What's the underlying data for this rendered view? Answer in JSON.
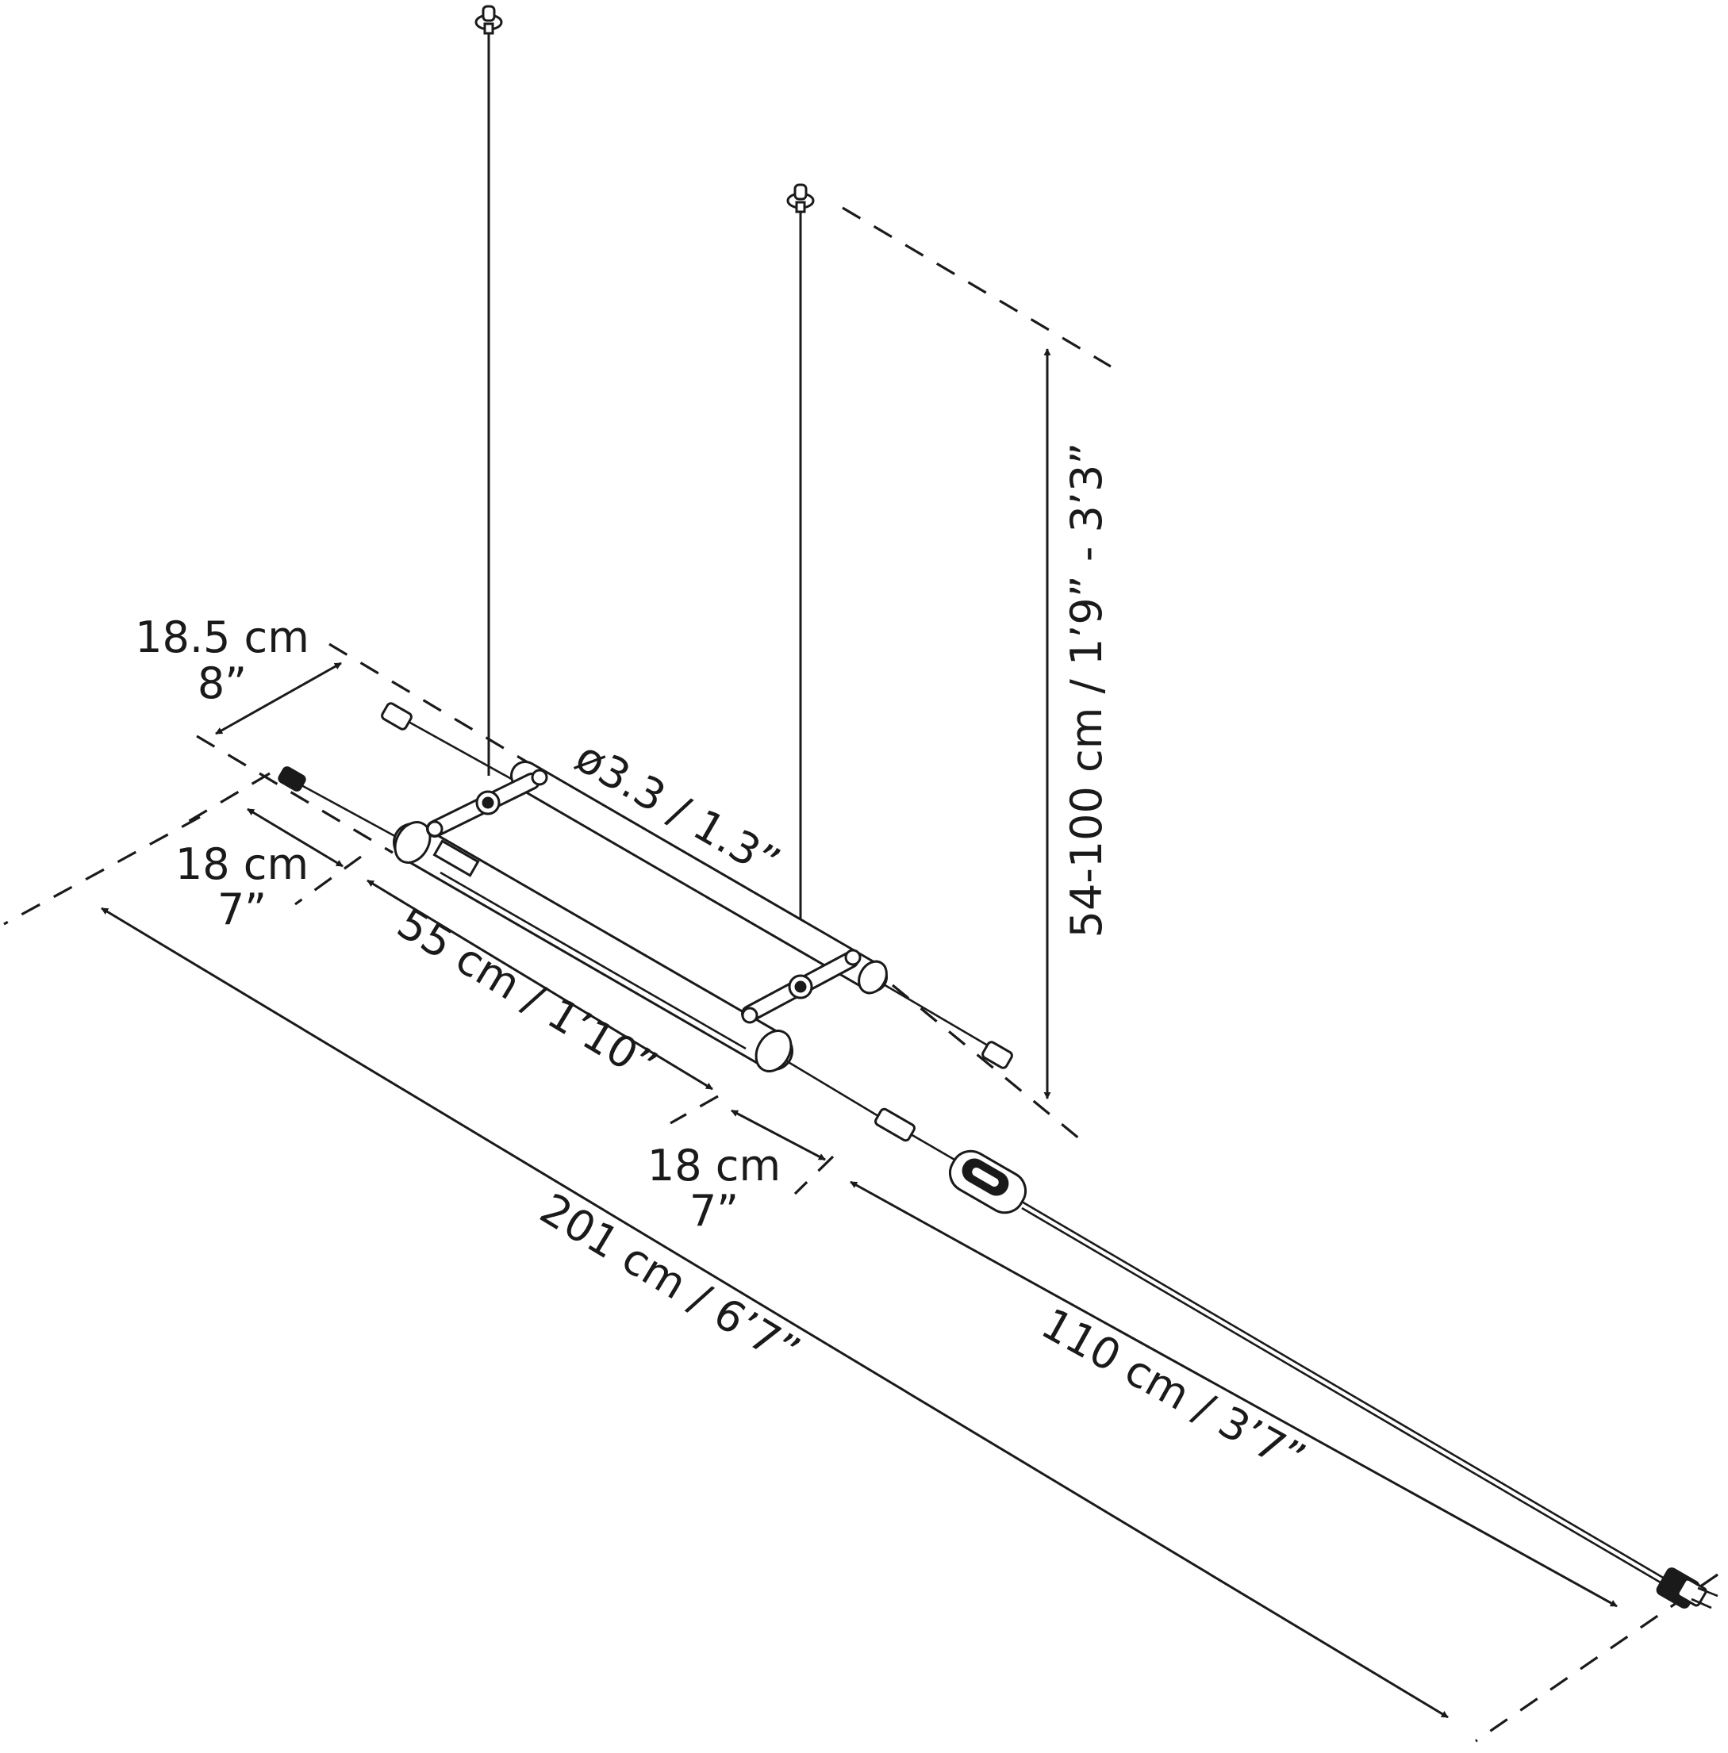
{
  "dimensions": {
    "tube_spacing": {
      "metric": "18.5 cm",
      "imperial": "8”"
    },
    "cable_left": {
      "metric": "18 cm",
      "imperial": "7”"
    },
    "tube_length": "55 cm / 1’10”",
    "cable_mid": {
      "metric": "18 cm",
      "imperial": "7”"
    },
    "total_length": "201 cm / 6’7”",
    "power_cord": "110 cm / 3’7”",
    "diameter": "ø3.3 / 1.3”",
    "suspension": "54-100 cm / 1’9” - 3’3”"
  }
}
